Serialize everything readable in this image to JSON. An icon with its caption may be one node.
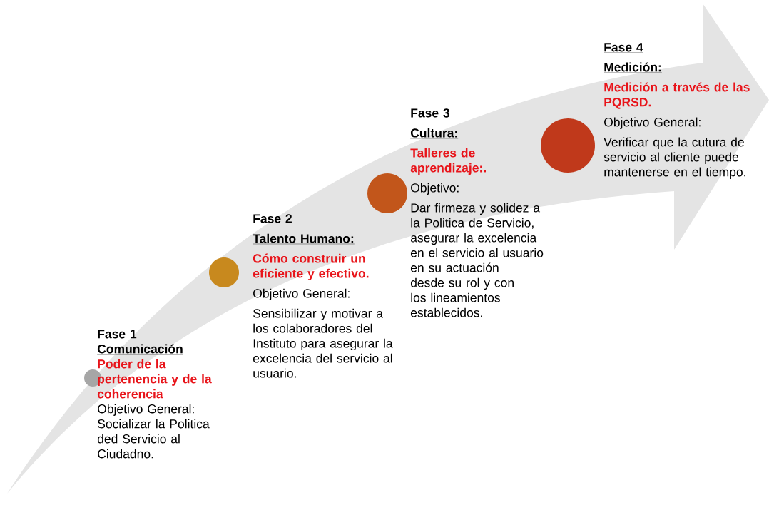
{
  "diagram": {
    "nodes": [
      {
        "text": [],
        "shape": "circle",
        "beside": [
          "Fase 1",
          "Comunicación",
          "Poder de la pertenencia y de la coherencia",
          "Objetivo General:",
          "Socializar la Politica ded Servicio al Ciudadno."
        ]
      },
      {
        "text": [],
        "shape": "circle",
        "beside": [
          "Fase  2",
          "Talento Humano:",
          "Cómo construir un eficiente y efectivo.",
          "Objetivo General:",
          "Sensibilizar y motivar  a los colaboradores del Instituto para asegurar la excelencia del servicio al usuario."
        ]
      },
      {
        "text": [],
        "shape": "circle",
        "beside": [
          "Fase 3",
          "Cultura:",
          "Talleres de aprendizaje:.",
          "Objetivo:",
          "Dar firmeza y solidez a  la Politica de Servicio, asegurar la excelencia en el servicio al usuario en su actuación desde su rol y con los lineamientos establecidos."
        ]
      },
      {
        "text": [],
        "shape": "circle",
        "beside": [
          "Fase  4",
          "Medición:",
          "Medición a través de las PQRSD.",
          "Objetivo General:",
          "Verificar que la cutura de servicio al cliente puede mantenerse en el tiempo."
        ]
      }
    ]
  }
}
